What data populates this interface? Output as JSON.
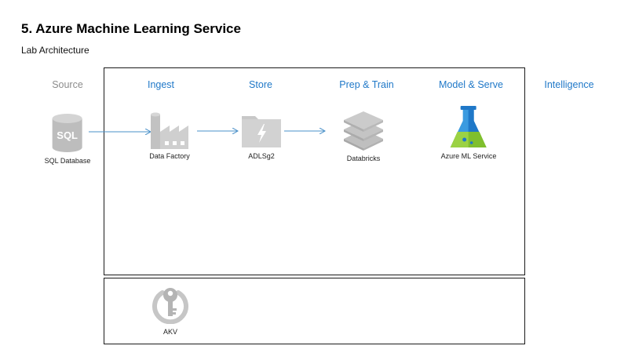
{
  "header": {
    "title": "5. Azure Machine Learning Service",
    "subtitle": "Lab Architecture"
  },
  "columns": {
    "source": "Source",
    "ingest": "Ingest",
    "store": "Store",
    "prep_train": "Prep & Train",
    "model_serve": "Model & Serve",
    "intelligence": "Intelligence"
  },
  "nodes": {
    "sql_database": {
      "label": "SQL Database",
      "icon": "sql-database-icon",
      "icon_text": "SQL"
    },
    "data_factory": {
      "label": "Data Factory",
      "icon": "factory-icon"
    },
    "adlsg2": {
      "label": "ADLSg2",
      "icon": "folder-lightning-icon"
    },
    "databricks": {
      "label": "Databricks",
      "icon": "stacked-layers-icon"
    },
    "azure_ml": {
      "label": "Azure ML Service",
      "icon": "flask-icon"
    },
    "akv": {
      "label": "AKV",
      "icon": "key-vault-icon"
    }
  },
  "colors": {
    "accent": "#1f78c8",
    "source_header": "#8c8c8c",
    "icon_gray": "#b8b8b8",
    "arrow": "#4a90c8"
  }
}
